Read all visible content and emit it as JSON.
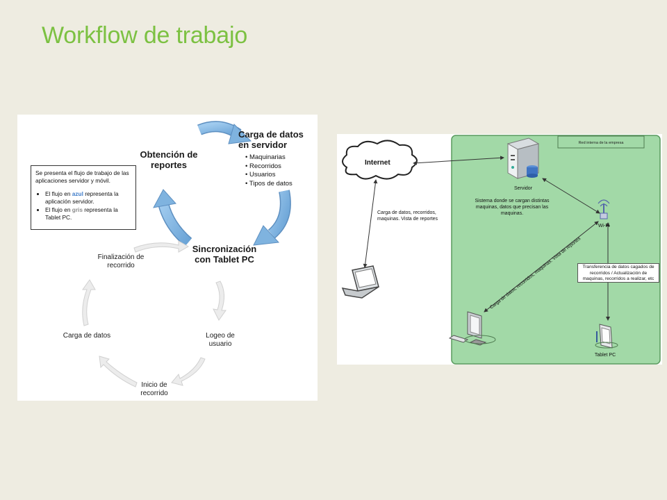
{
  "slide": {
    "title": "Workflow de trabajo"
  },
  "workflow": {
    "steps": [
      {
        "label": "Carga de datos en servidor"
      },
      {
        "label": "Sincronización con Tablet PC"
      },
      {
        "label": "Logeo de usuario"
      },
      {
        "label": "Inicio de recorrido"
      },
      {
        "label": "Carga de datos"
      },
      {
        "label": "Finalización de recorrido"
      },
      {
        "label": "Obtención de reportes"
      }
    ],
    "server_items": [
      "Maquinarias",
      "Recorridos",
      "Usuarios",
      "Tipos de datos"
    ],
    "info": {
      "intro": "Se presenta el flujo de trabajo de las aplicaciones servidor y móvil.",
      "blue_prefix": "El flujo en",
      "blue_word": "azul",
      "blue_suffix": "representa la aplicación servidor.",
      "gray_prefix": "El flujo en",
      "gray_word": "gris",
      "gray_suffix": "representa la Tablet PC."
    },
    "colors": {
      "blue_flow": "#7fb3df",
      "gray_flow": "#e6e6e6"
    }
  },
  "network": {
    "internet": "Internet",
    "company_network": "Red interna de la empresa",
    "server": "Servidor",
    "server_desc": "Sistema donde se cargan distintas maquinas, datos que precisan las maquinas.",
    "wifi": "Wi-Fi",
    "laptop_desc": "Carga de datos, recorridos, maquinas. Vista de reportes",
    "diag_desc": "Carga de datos, recorridos, maquinas. Vista de reportes",
    "transfer_desc": "Transferencia de datos cagados de recorridos / Actualización de maquinas, recorridos a realizar, etc",
    "tablet": "Tablet PC",
    "colors": {
      "network_bg": "#a2d9a7",
      "network_border": "#5a9a5e"
    }
  }
}
